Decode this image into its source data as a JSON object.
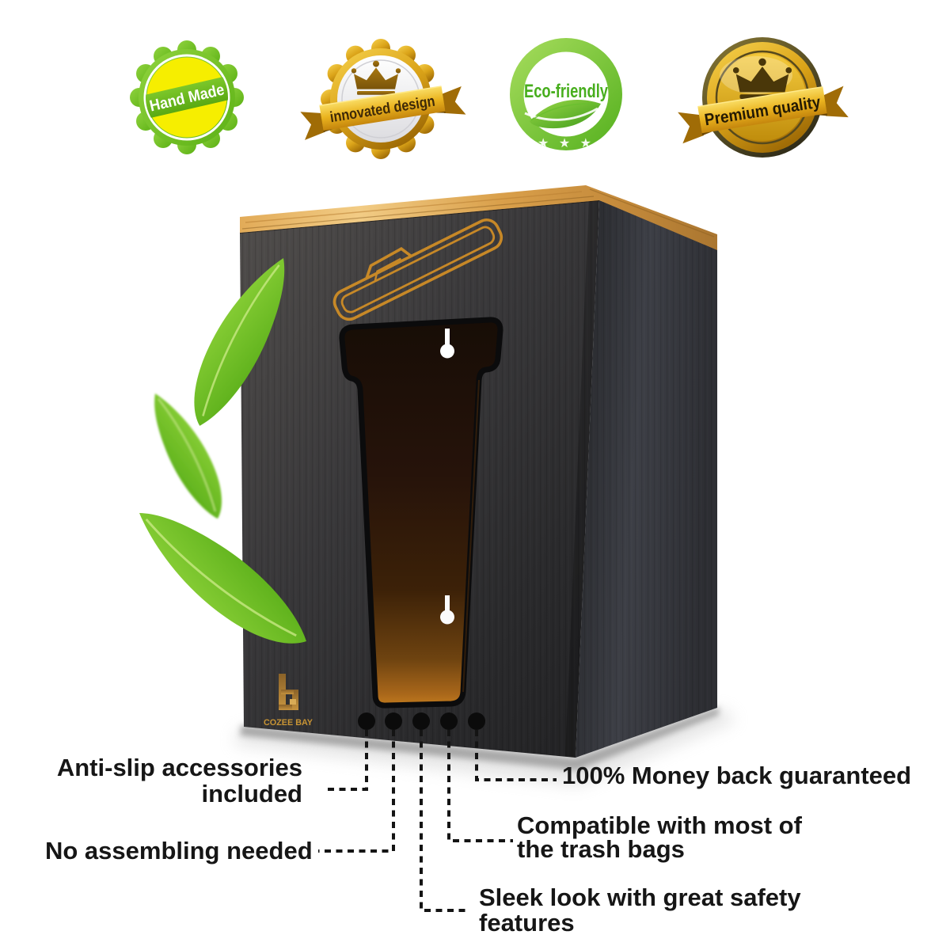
{
  "badges": {
    "hand_made": {
      "label": "Hand Made"
    },
    "innovated_design": {
      "label": "innovated design"
    },
    "eco_friendly": {
      "label": "Eco-friendly",
      "stars": "★ ★ ★"
    },
    "premium_quality": {
      "label": "Premium quality"
    }
  },
  "product": {
    "brand_logo": "COZEE BAY"
  },
  "callouts": {
    "anti_slip": {
      "line1": "Anti-slip accessories",
      "line2": "included"
    },
    "no_assembling": {
      "line1": "No assembling needed"
    },
    "money_back": {
      "line1": "100% Money back guaranteed"
    },
    "compatible": {
      "line1": "Compatible with most of",
      "line2": "the trash bags"
    },
    "sleek": {
      "line1": "Sleek look with great safety",
      "line2": "features"
    }
  },
  "colors": {
    "badge_green": "#6fc01f",
    "badge_yellow": "#f6ee00",
    "badge_gold": "#e3a81e",
    "eco_green": "#4cb322",
    "bamboo_lid": "#d99f4a",
    "box_black": "#2b2b2d",
    "engraving_gold": "#cf8d26",
    "leaf_green": "#6abf24",
    "logo_gold": "#bd8c3c",
    "callout_text": "#161616"
  }
}
